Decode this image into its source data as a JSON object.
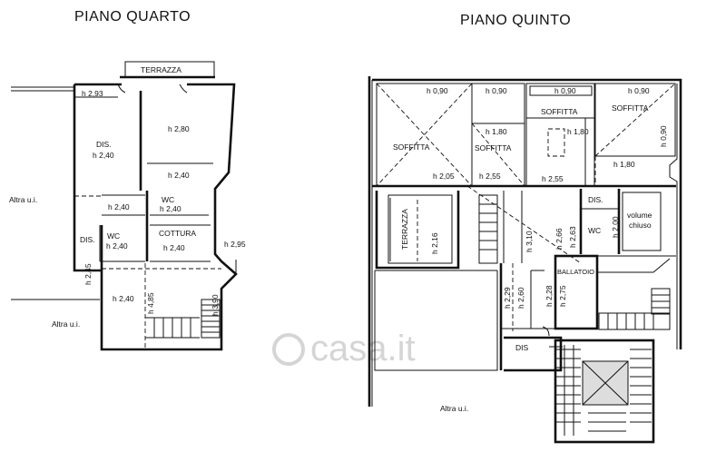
{
  "titles": {
    "left": "PIANO QUARTO",
    "right": "PIANO QUINTO"
  },
  "piano_quarto": {
    "terrazza": "TERRAZZA",
    "h_293": "h 2,93",
    "h_280": "h 2,80",
    "dis_top": "DIS.",
    "h_240_dis": "h 2,40",
    "h_240_right": "h 2,40",
    "h_240_mid": "h 2,40",
    "wc_top": "WC",
    "h_240_wc_top": "h 2,40",
    "dis_left": "DIS.",
    "wc_bottom": "WC",
    "h_240_wc_bottom": "h 2,40",
    "cottura": "COTTURA",
    "h_240_cottura": "h 2,40",
    "h_295": "h 2,95",
    "h_245": "h 2,45",
    "h_240_room": "h 2,40",
    "h_485": "h 4,85",
    "h_390": "h 3,90",
    "altra_ui_left": "Altra u.i.",
    "altra_ui_bottom": "Altra u.i."
  },
  "piano_quinto": {
    "h_090_1": "h 0,90",
    "h_090_2": "h 0,90",
    "h_090_3": "h 0,90",
    "h_090_4": "h 0,90",
    "soffitta_1": "SOFFITTA",
    "soffitta_2": "SOFFITTA",
    "soffitta_3": "SOFFITTA",
    "soffitta_4": "SOFFITTA",
    "h_180_a": "h 1,80",
    "h_180_b": "h 1,80",
    "h_180_c": "h 1,80",
    "h_090_v": "h 0,90",
    "h_205": "h 2,05",
    "h_255_a": "h 2,55",
    "h_255_b": "h 2,55",
    "terrazza": "TERRAZZA",
    "h_216": "h 2,16",
    "h_310": "h 3,10",
    "h_266": "h 2,66",
    "h_263": "h 2,63",
    "dis": "DIS.",
    "wc": "WC",
    "h_200": "h 2,00",
    "volume_chiuso_1": "volume",
    "volume_chiuso_2": "chiuso",
    "ballatoio": "BALLATOIO",
    "h_229": "h 2,29",
    "h_260": "h 2,60",
    "h_228": "h 2,28",
    "h_275": "h 2,75",
    "dis_bottom": "DIS",
    "altra_ui": "Altra u.i."
  },
  "watermark": "casa.it"
}
